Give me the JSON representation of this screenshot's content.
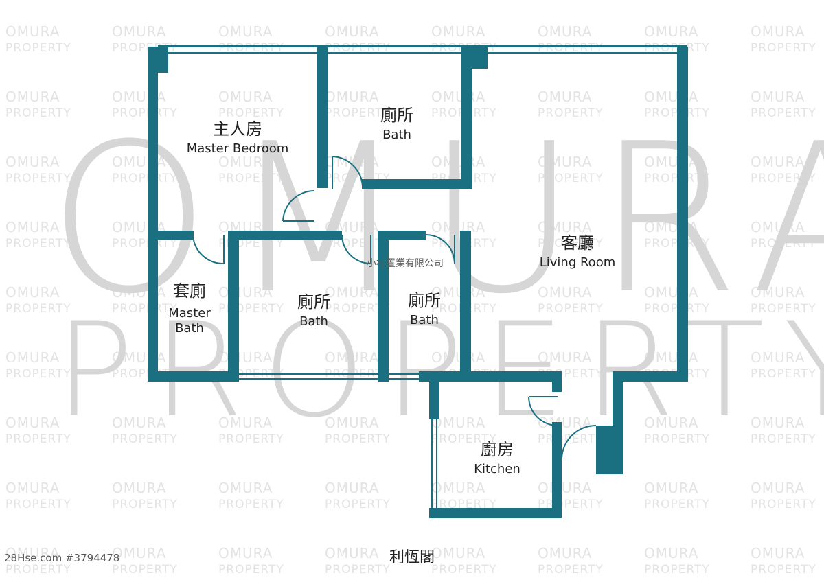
{
  "watermark": {
    "tile_line1": "OMURA",
    "tile_line2": "PROPERTY",
    "big_line1": "OMURA",
    "big_line2": "PROPERTY"
  },
  "agency_stamp": "小村置業有限公司",
  "colors": {
    "wall": "#1a6f80",
    "watermark": "#d6d6d6",
    "text": "#222222"
  },
  "rooms": {
    "master_bedroom": {
      "zh": "主人房",
      "en": "Master Bedroom"
    },
    "bath_top": {
      "zh": "廁所",
      "en": "Bath"
    },
    "living_room": {
      "zh": "客廳",
      "en": "Living Room"
    },
    "master_bath": {
      "zh": "套廁",
      "en1": "Master",
      "en2": "Bath"
    },
    "bath_middle": {
      "zh": "廁所",
      "en": "Bath"
    },
    "bath_right": {
      "zh": "廁所",
      "en": "Bath"
    },
    "kitchen": {
      "zh": "廚房",
      "en": "Kitchen"
    }
  },
  "footer": {
    "listing_id": "28Hse.com #3794478",
    "building_name": "利恆閣"
  }
}
